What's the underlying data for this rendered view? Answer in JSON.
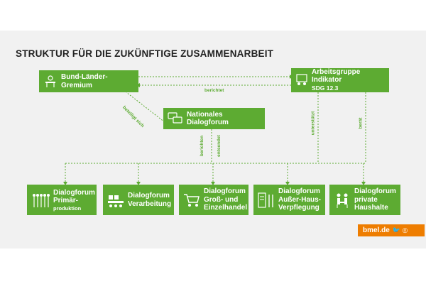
{
  "title": "STRUKTUR FÜR DIE ZUKÜNFTIGE ZUSAMMENARBEIT",
  "nodes": {
    "bund": "Bund-Länder-Gremium",
    "ag_line1": "Arbeitsgruppe Indikator",
    "ag_line2": "SDG 12.3",
    "national": "Nationales Dialogforum"
  },
  "forums": [
    {
      "line1": "Dialogforum",
      "line2": "Primär-",
      "line3": "produktion",
      "icon": "wheat-icon"
    },
    {
      "line1": "Dialogforum",
      "line2": "Verarbeitung",
      "line3": "",
      "icon": "conveyor-icon"
    },
    {
      "line1": "Dialogforum",
      "line2": "Groß- und",
      "line3": "Einzelhandel",
      "icon": "shopping-cart-icon"
    },
    {
      "line1": "Dialogforum",
      "line2": "Außer-Haus-",
      "line3": "Verpflegung",
      "icon": "restaurant-icon"
    },
    {
      "line1": "Dialogforum",
      "line2": "private",
      "line3": "Haushalte",
      "icon": "household-icon"
    }
  ],
  "edges": {
    "berichtet": "berichtet",
    "beteiligt": "beteiligt sich",
    "berichten": "berichten",
    "entsendet": "entsendet",
    "unterstuetzt": "unterstützt",
    "beraet": "berät"
  },
  "footer": {
    "brand": "bmel.de",
    "social": "🐦 ◎"
  },
  "colors": {
    "green": "#5dab32",
    "orange": "#ee7d00",
    "background": "#f1f1f1"
  }
}
